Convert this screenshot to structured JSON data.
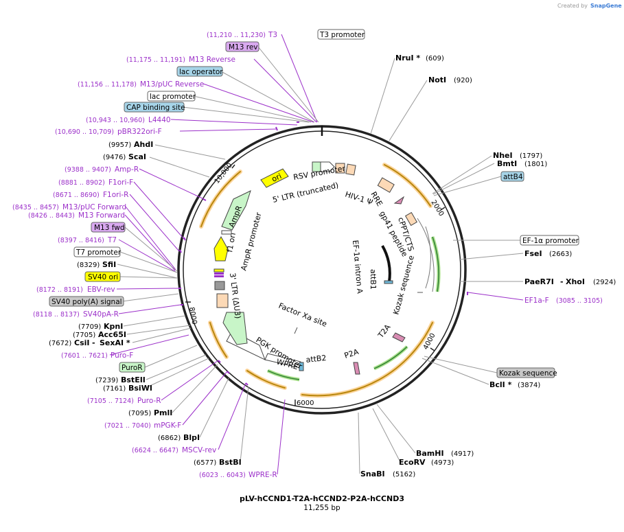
{
  "credit": {
    "prefix": "Created by",
    "brand": "SnapGene"
  },
  "plasmid": {
    "name": "pLV-hCCND1-T2A-hCCND2-P2A-hCCND3",
    "size": "11,255 bp"
  },
  "ticks": [
    "2000",
    "4000",
    "6000",
    "8000",
    "10,000"
  ],
  "boxed_labels": {
    "t3_promoter": "T3 promoter",
    "m13_rev": "M13 rev",
    "lac_operator": "lac operator",
    "lac_promoter": "lac promoter",
    "cap": "CAP binding site",
    "m13_fwd": "M13 fwd",
    "t7_promoter": "T7 promoter",
    "sv40_ori": "SV40 ori",
    "sv40_polya": "SV40 poly(A) signal",
    "puror": "PuroR",
    "attb4": "attB4",
    "ef1a_promoter": "EF-1α promoter",
    "kozak": "Kozak sequence"
  },
  "left_features": [
    {
      "pos": "(11,210 .. 11,230)",
      "name": "T3"
    },
    {
      "pos": "(11,175 .. 11,191)",
      "name": "M13 Reverse"
    },
    {
      "pos": "(11,156 .. 11,178)",
      "name": "M13/pUC Reverse"
    },
    {
      "pos": "(10,943 .. 10,960)",
      "name": "L4440"
    },
    {
      "pos": "(10,690 .. 10,709)",
      "name": "pBR322ori-F"
    },
    {
      "pos": "(9957)",
      "name": "AhdI"
    },
    {
      "pos": "(9476)",
      "name": "ScaI"
    },
    {
      "pos": "(9388 .. 9407)",
      "name": "Amp-R"
    },
    {
      "pos": "(8881 .. 8902)",
      "name": "F1ori-F"
    },
    {
      "pos": "(8671 .. 8690)",
      "name": "F1ori-R"
    },
    {
      "pos": "(8435 .. 8457)",
      "name": "M13/pUC Forward"
    },
    {
      "pos": "(8426 .. 8443)",
      "name": "M13 Forward"
    },
    {
      "pos": "(8397 .. 8416)",
      "name": "T7"
    },
    {
      "pos": "(8329)",
      "name": "SfiI"
    },
    {
      "pos": "(8172 .. 8191)",
      "name": "EBV-rev"
    },
    {
      "pos": "(8118 .. 8137)",
      "name": "SV40pA-R"
    },
    {
      "pos": "(7709)",
      "name": "KpnI"
    },
    {
      "pos": "(7705)",
      "name": "Acc65I"
    },
    {
      "pos": "(7672)",
      "name": "CsiI",
      "extra": "SexAI *"
    },
    {
      "pos": "(7601 .. 7621)",
      "name": "Puro-F"
    },
    {
      "pos": "(7239)",
      "name": "BstEII"
    },
    {
      "pos": "(7161)",
      "name": "BsiWI"
    },
    {
      "pos": "(7105 .. 7124)",
      "name": "Puro-R"
    },
    {
      "pos": "(7095)",
      "name": "PmlI"
    },
    {
      "pos": "(7021 .. 7040)",
      "name": "mPGK-F"
    },
    {
      "pos": "(6862)",
      "name": "BlpI"
    },
    {
      "pos": "(6624 .. 6647)",
      "name": "MSCV-rev"
    },
    {
      "pos": "(6577)",
      "name": "BstBI"
    },
    {
      "pos": "(6023 .. 6043)",
      "name": "WPRE-R"
    }
  ],
  "right_features": [
    {
      "name": "NruI *",
      "pos": "(609)"
    },
    {
      "name": "NotI",
      "pos": "(920)"
    },
    {
      "name": "NheI",
      "pos": "(1797)"
    },
    {
      "name": "BmtI",
      "pos": "(1801)"
    },
    {
      "name": "FseI",
      "pos": "(2663)"
    },
    {
      "name": "PaeR7I",
      "name2": "XhoI",
      "pos": "(2924)"
    },
    {
      "name": "EF1a-F",
      "pos": "(3085 .. 3105)"
    },
    {
      "name": "BclI *",
      "pos": "(3874)"
    },
    {
      "name": "BamHI",
      "pos": "(4917)"
    },
    {
      "name": "EcoRV",
      "pos": "(4973)"
    },
    {
      "name": "SnaBI",
      "pos": "(5162)"
    }
  ],
  "inner_labels": {
    "ori": "ori",
    "rsv": "RSV promoter",
    "ltr5": "5' LTR (truncated)",
    "hiv": "HIV-1 Ψ",
    "rre": "RRE",
    "gp41": "gp41 peptide",
    "cppt": "cPPT/CTS",
    "ef1a_intron": "EF-1α intron A",
    "attb1": "attB1",
    "kozak": "Kozak sequence",
    "t2a": "T2A",
    "p2a": "P2A",
    "factor_xa": "Factor Xa site",
    "attb2": "attB2",
    "wpre": "WPRE",
    "pgk": "PGK promoter",
    "ltr3": "3' LTR (ΔU3)",
    "f1ori": "f1 ori",
    "ampr_prom": "AmpR promoter",
    "ampr": "AmpR"
  },
  "colors": {
    "primer": "#9b2fc9",
    "cds_arrow": "#f5a623",
    "ori_yellow": "#ffff00",
    "promoter_green": "#c8f5c8",
    "feature_blue": "#a6d4e8",
    "ltr_peach": "#fcd9b6",
    "gray_box": "#c8c8c8"
  }
}
